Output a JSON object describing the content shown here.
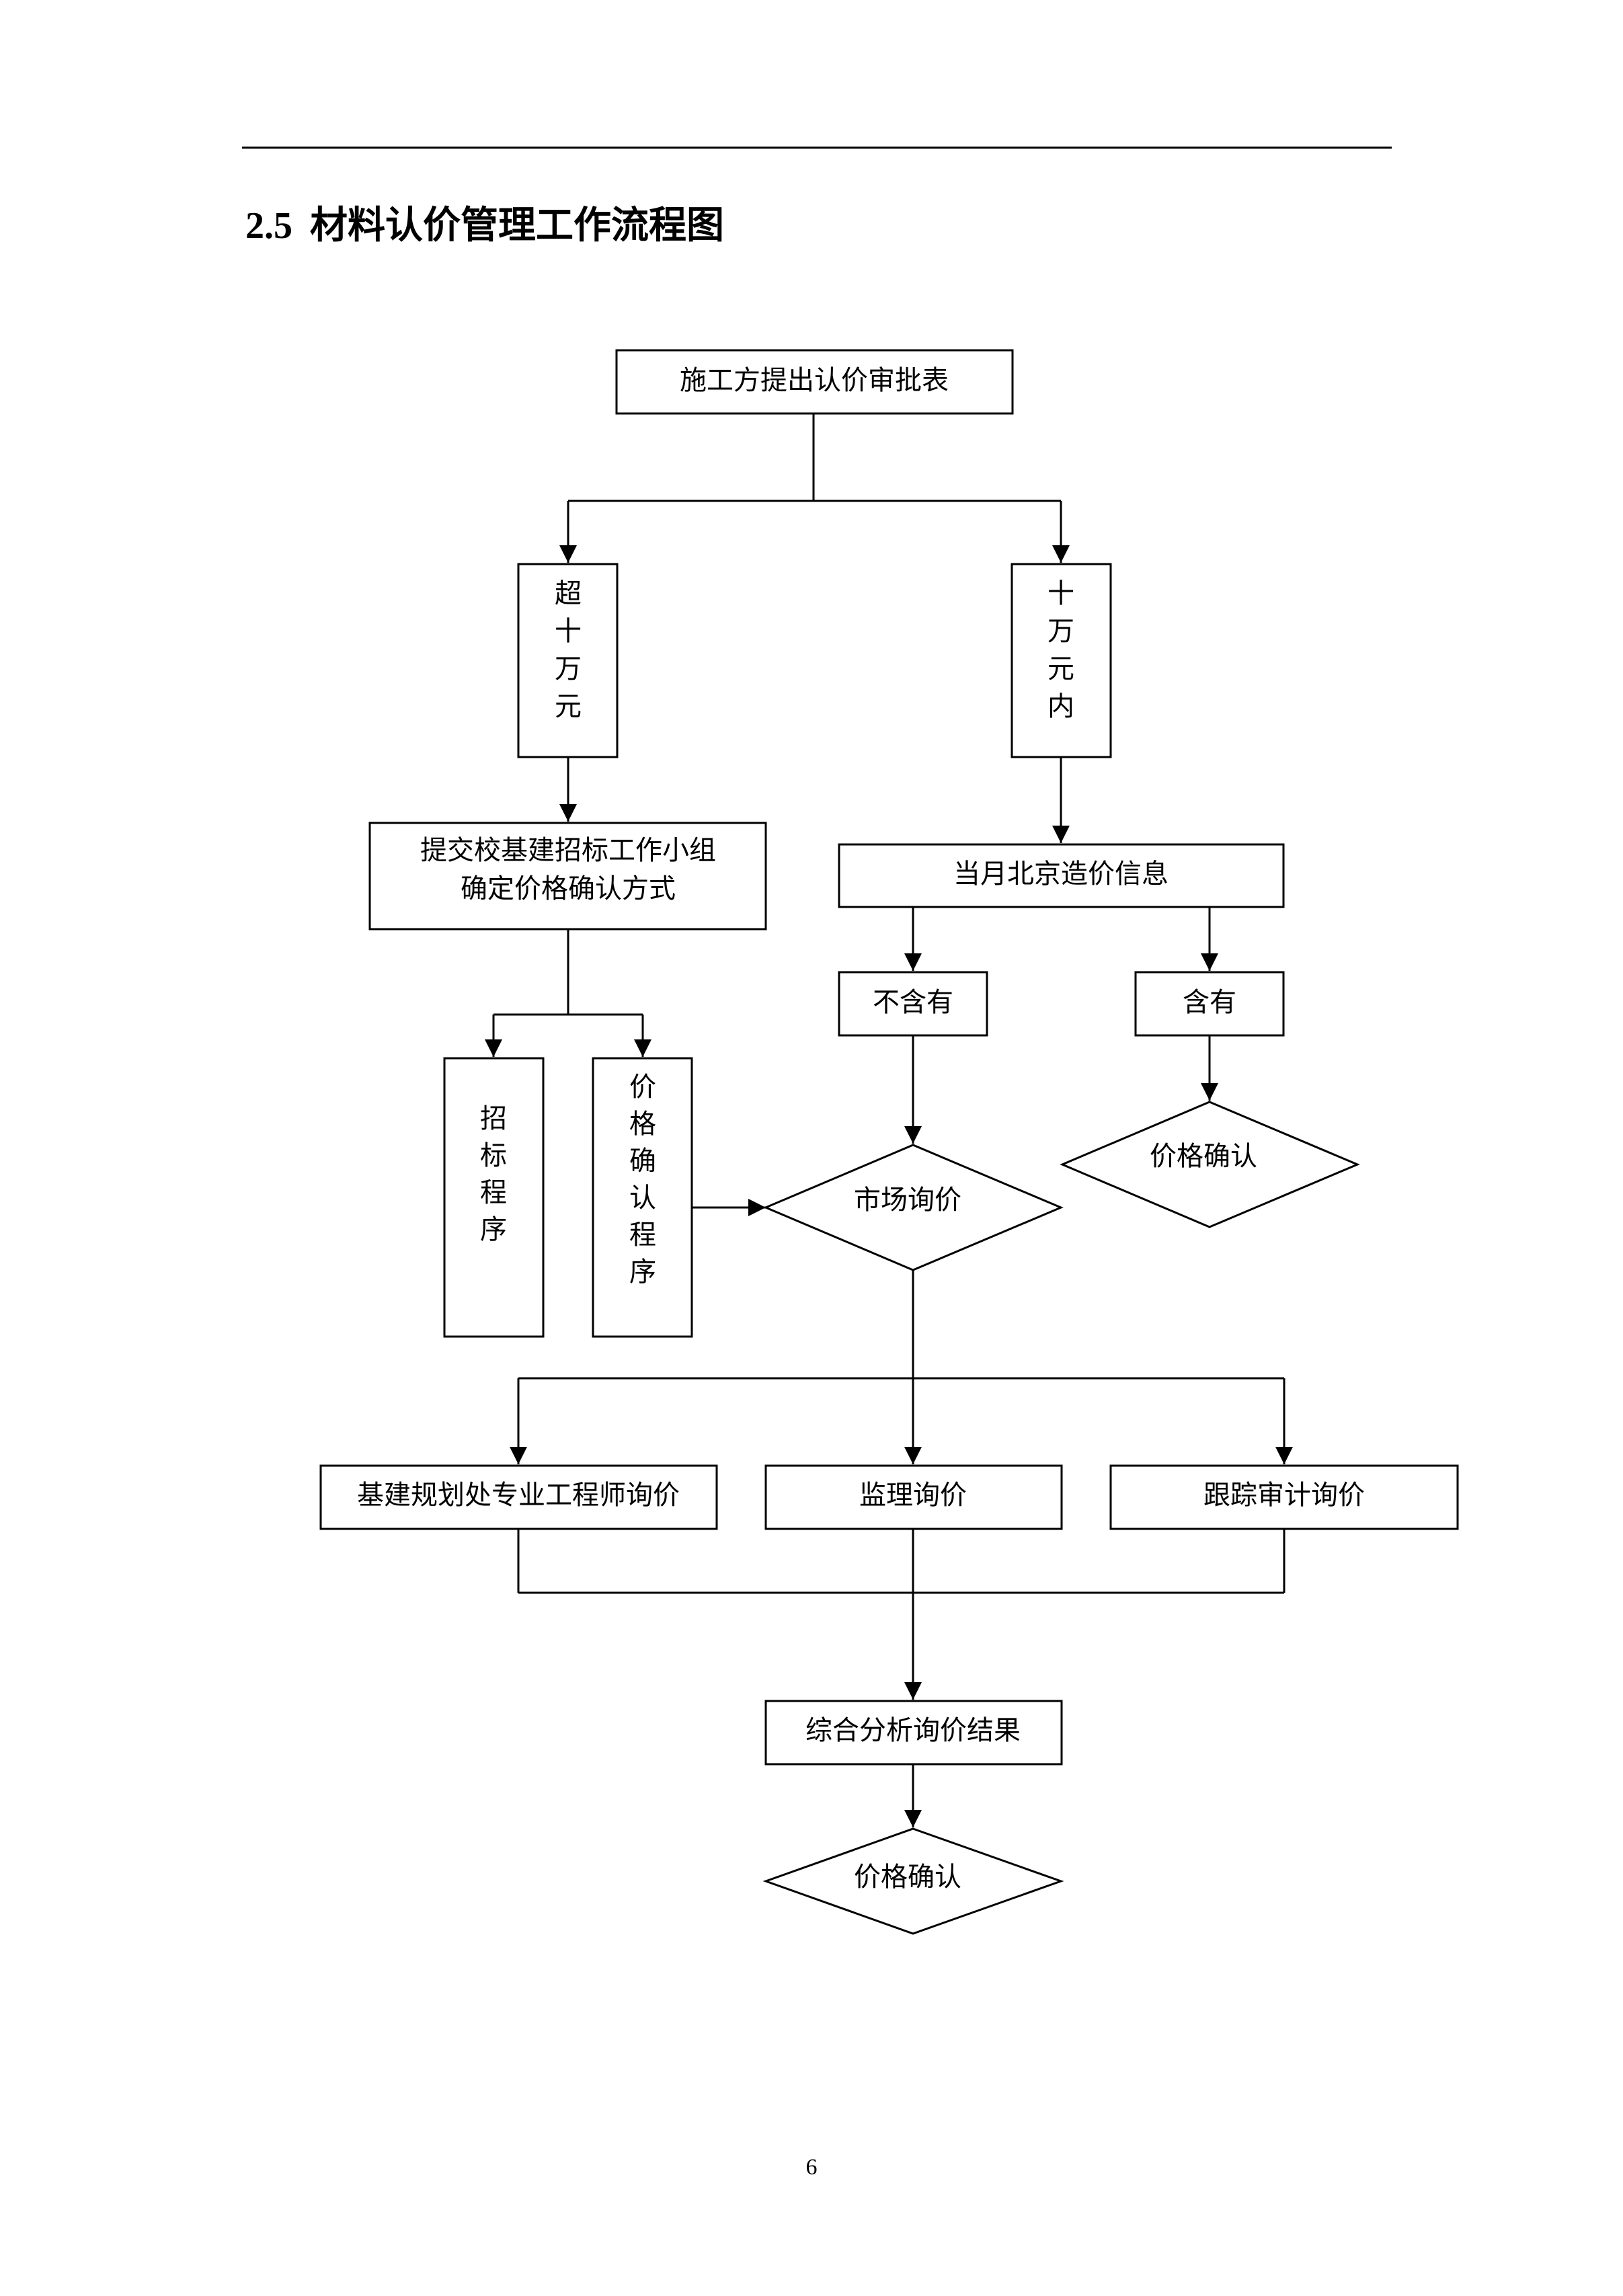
{
  "section": {
    "number": "2.5",
    "title": "材料认价管理工作流程图"
  },
  "flowchart": {
    "nodes": {
      "submit_form": "施工方提出认价审批表",
      "over_100k": "超十万元",
      "within_100k": "十万元内",
      "committee_l1": "提交校基建招标工作小组",
      "committee_l2": "确定价格确认方式",
      "bidding_program": "招标程序",
      "price_confirm_program": "价格确认程序",
      "beijing_price_info": "当月北京造价信息",
      "not_contained": "不含有",
      "contained": "含有",
      "price_confirm_right": "价格确认",
      "market_inquiry": "市场询价",
      "engineer_inquiry": "基建规划处专业工程师询价",
      "supervision_inquiry": "监理询价",
      "audit_inquiry": "跟踪审计询价",
      "analysis": "综合分析询价结果",
      "price_confirm_final": "价格确认"
    }
  },
  "page_number": "6"
}
